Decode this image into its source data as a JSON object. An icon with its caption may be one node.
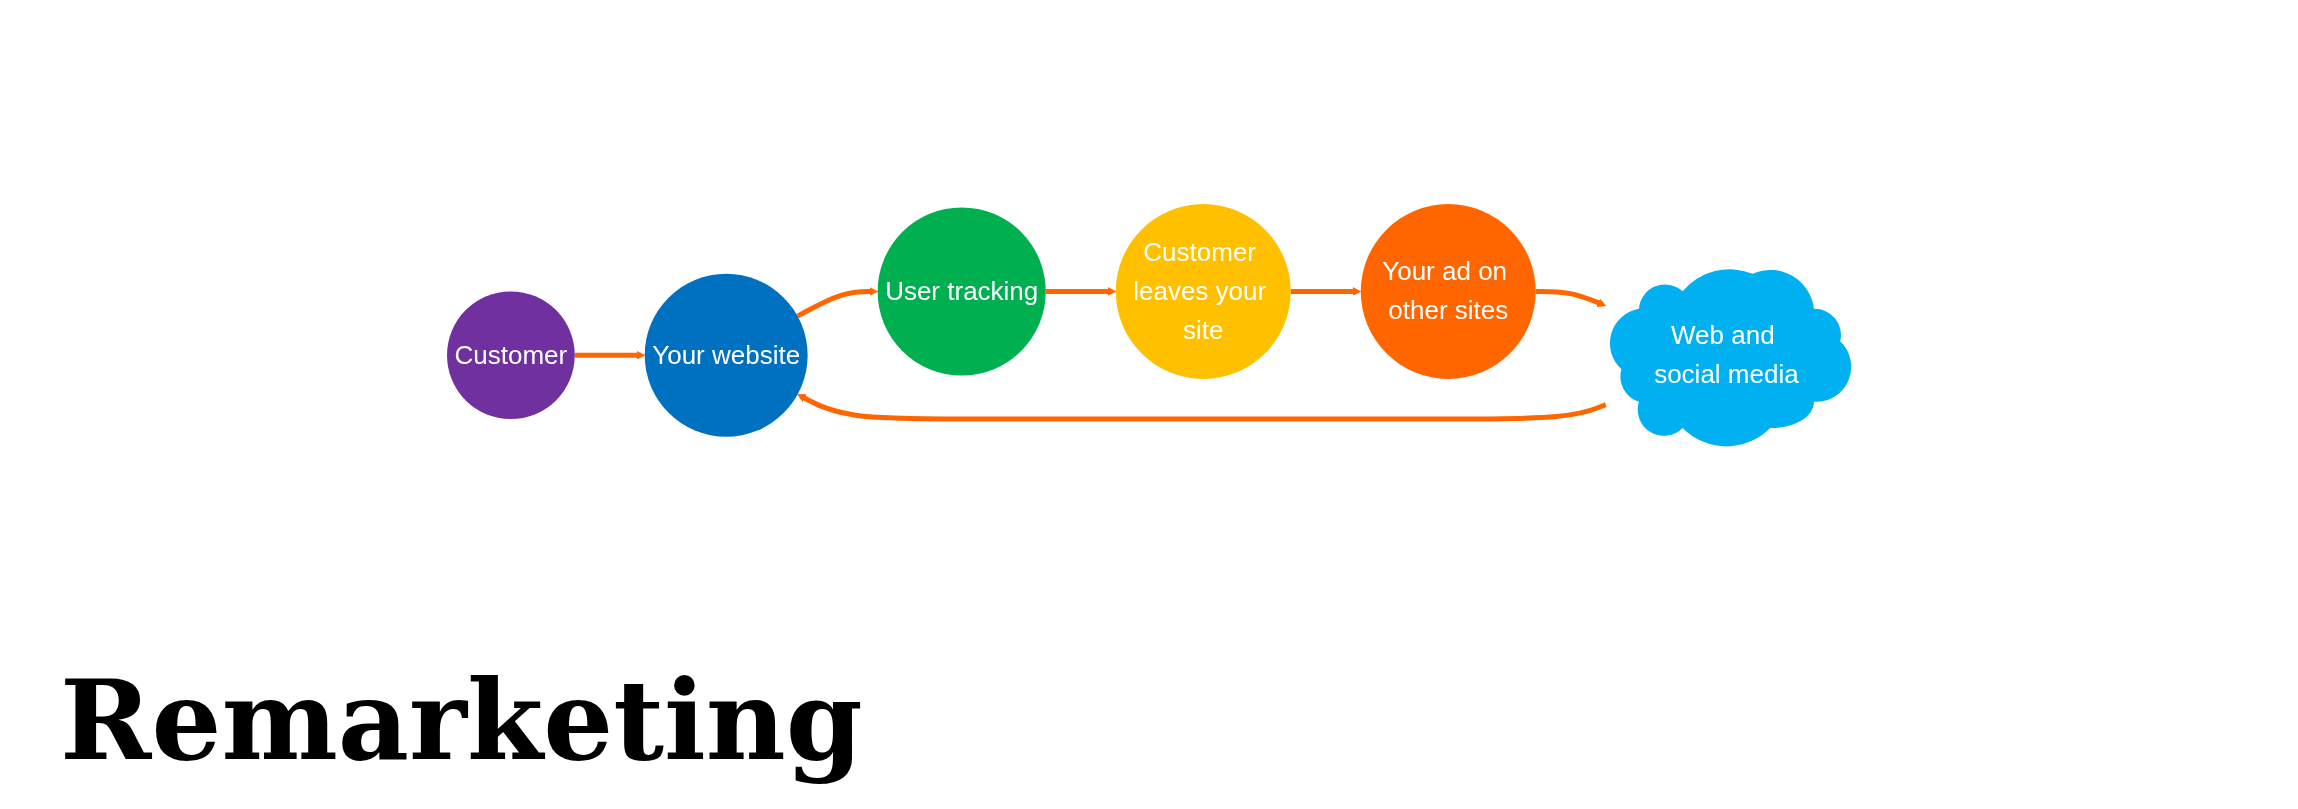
{
  "diagram": {
    "title": "Remarketing",
    "nodes": [
      {
        "text": [
          "Customer"
        ]
      },
      {
        "text": [
          "Your website"
        ]
      },
      {
        "text": [
          "User tracking"
        ]
      },
      {
        "text": [
          "Customer leaves your site"
        ]
      },
      {
        "text": [
          "Your ad on other sites"
        ]
      },
      {
        "text": [
          "Web and social media"
        ]
      }
    ],
    "edges": [
      {
        "from": 0,
        "to": 1,
        "arrow": "to"
      },
      {
        "from": 1,
        "to": 2,
        "arrow": "to"
      },
      {
        "from": 2,
        "to": 3,
        "arrow": "to"
      },
      {
        "from": 3,
        "to": 4,
        "arrow": "to"
      },
      {
        "from": 4,
        "to": 5,
        "arrow": "to"
      },
      {
        "from": 5,
        "to": 1,
        "arrow": "to"
      }
    ]
  }
}
